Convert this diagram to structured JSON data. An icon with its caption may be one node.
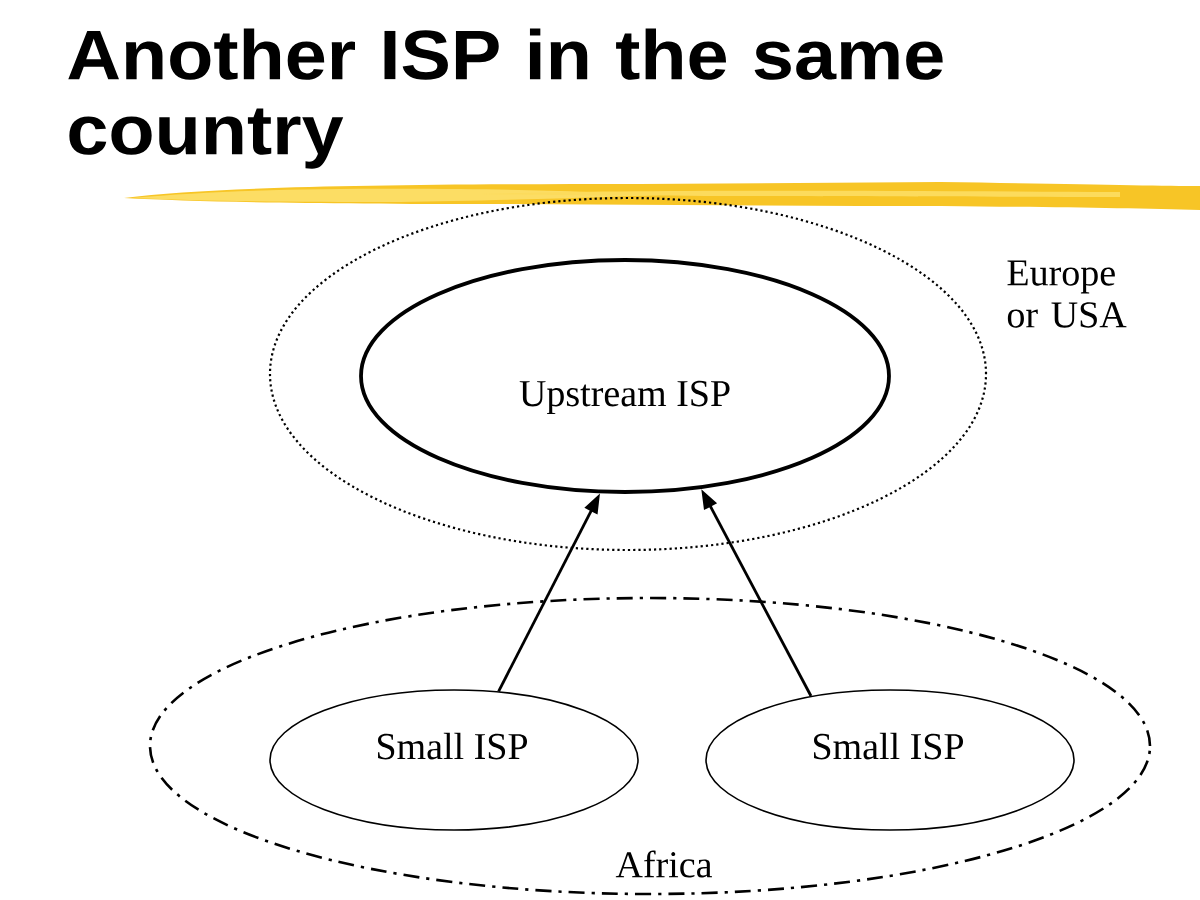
{
  "diagram": {
    "title": "Another ISP in the same country",
    "nodes": [
      {
        "text": [
          "Europe or USA"
        ]
      },
      {
        "text": [
          "Upstream ISP"
        ],
        "in": 0
      },
      {
        "text": [
          "Africa"
        ]
      },
      {
        "text": [
          "Small ISP"
        ],
        "in": 2
      },
      {
        "text": [
          "Small ISP"
        ],
        "in": 2
      }
    ],
    "edges": [
      {
        "from": 3,
        "to": 1,
        "arrow": "to"
      },
      {
        "from": 4,
        "to": 1,
        "arrow": "to"
      }
    ]
  }
}
